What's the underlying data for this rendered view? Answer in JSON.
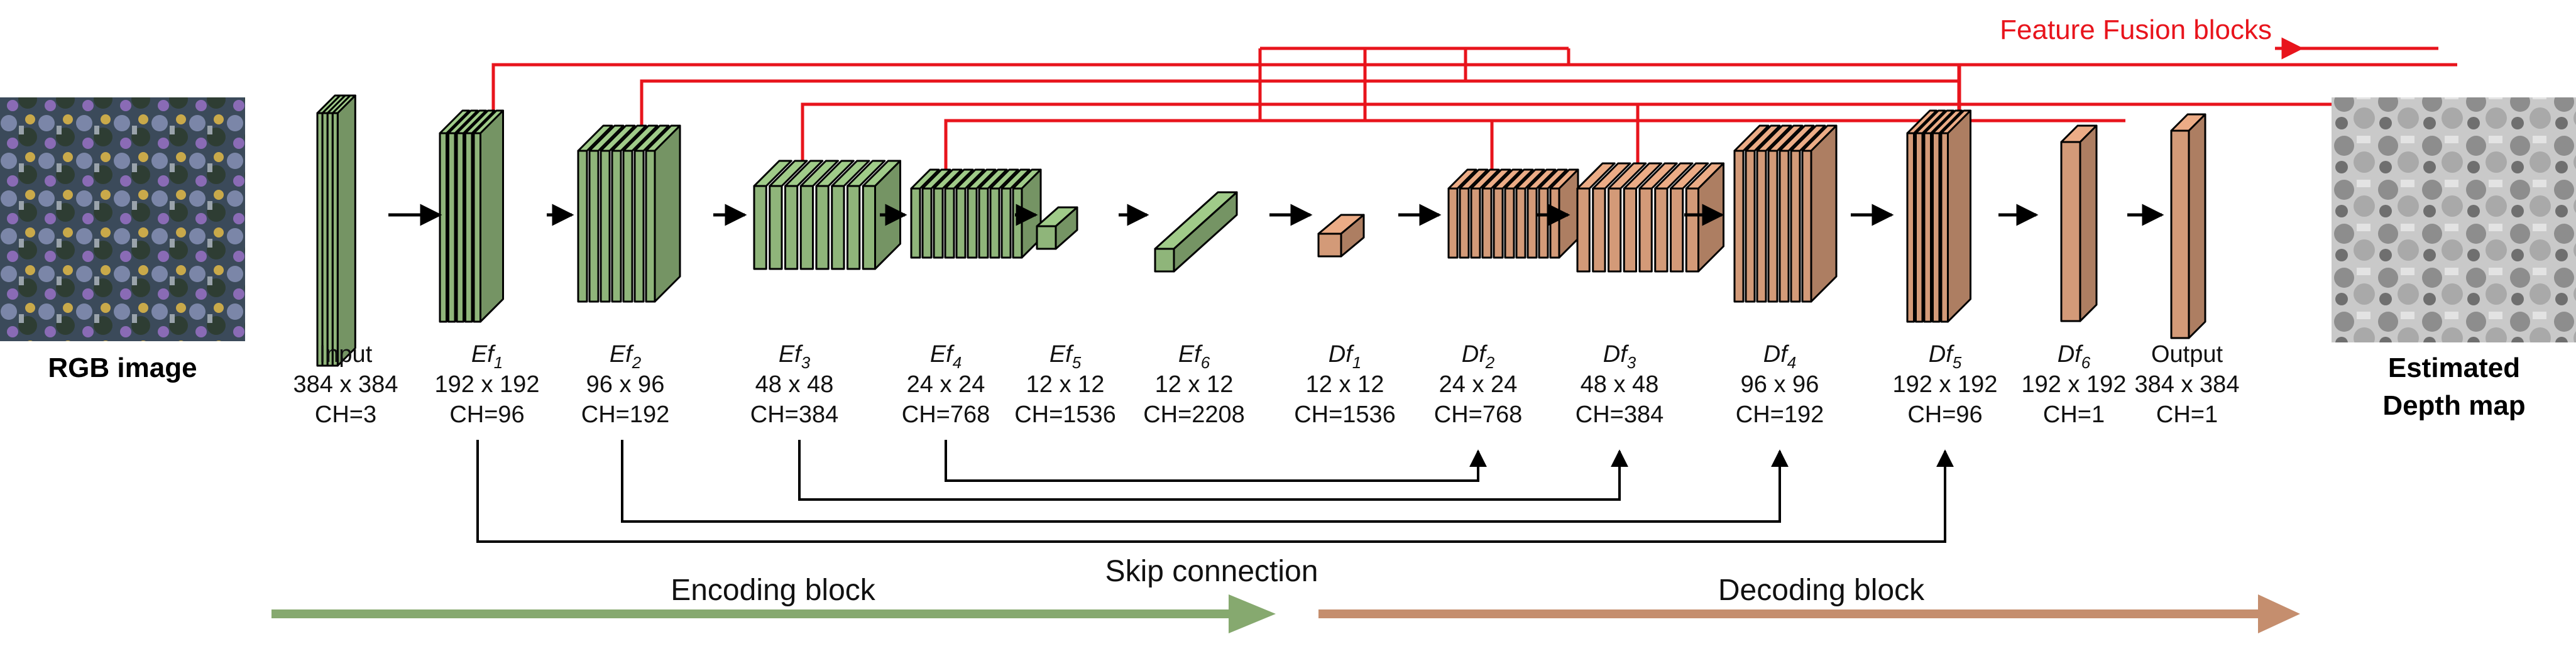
{
  "input_image": {
    "caption": "RGB image"
  },
  "output_image": {
    "caption_line1": "Estimated",
    "caption_line2": "Depth map"
  },
  "feature_fusion_label": "Feature Fusion blocks",
  "skip_connection_label": "Skip connection",
  "encoding_label": "Encoding block",
  "decoding_label": "Decoding block",
  "colors": {
    "encoder": "#8fb57a",
    "decoder": "#d39a78",
    "fusion": "#e8141c",
    "encoding_arrow": "#86a96f",
    "decoding_arrow": "#c58e6e"
  },
  "blocks": [
    {
      "id": "input",
      "name": "Input",
      "name_sub": "",
      "size": "384 x 384",
      "ch": "CH=3"
    },
    {
      "id": "ef1",
      "name": "Ef",
      "name_sub": "1",
      "size": "192 x 192",
      "ch": "CH=96"
    },
    {
      "id": "ef2",
      "name": "Ef",
      "name_sub": "2",
      "size": "96 x 96",
      "ch": "CH=192"
    },
    {
      "id": "ef3",
      "name": "Ef",
      "name_sub": "3",
      "size": "48 x 48",
      "ch": "CH=384"
    },
    {
      "id": "ef4",
      "name": "Ef",
      "name_sub": "4",
      "size": "24 x 24",
      "ch": "CH=768"
    },
    {
      "id": "ef5",
      "name": "Ef",
      "name_sub": "5",
      "size": "12 x 12",
      "ch": "CH=1536"
    },
    {
      "id": "ef6",
      "name": "Ef",
      "name_sub": "6",
      "size": "12 x 12",
      "ch": "CH=2208"
    },
    {
      "id": "df1",
      "name": "Df",
      "name_sub": "1",
      "size": "12 x 12",
      "ch": "CH=1536"
    },
    {
      "id": "df2",
      "name": "Df",
      "name_sub": "2",
      "size": "24 x 24",
      "ch": "CH=768"
    },
    {
      "id": "df3",
      "name": "Df",
      "name_sub": "3",
      "size": "48 x 48",
      "ch": "CH=384"
    },
    {
      "id": "df4",
      "name": "Df",
      "name_sub": "4",
      "size": "96 x 96",
      "ch": "CH=192"
    },
    {
      "id": "df5",
      "name": "Df",
      "name_sub": "5",
      "size": "192 x 192",
      "ch": "CH=96"
    },
    {
      "id": "df6",
      "name": "Df",
      "name_sub": "6",
      "size": "192 x 192",
      "ch": "CH=1"
    },
    {
      "id": "output",
      "name": "Output",
      "name_sub": "",
      "size": "384 x 384",
      "ch": "CH=1"
    }
  ]
}
